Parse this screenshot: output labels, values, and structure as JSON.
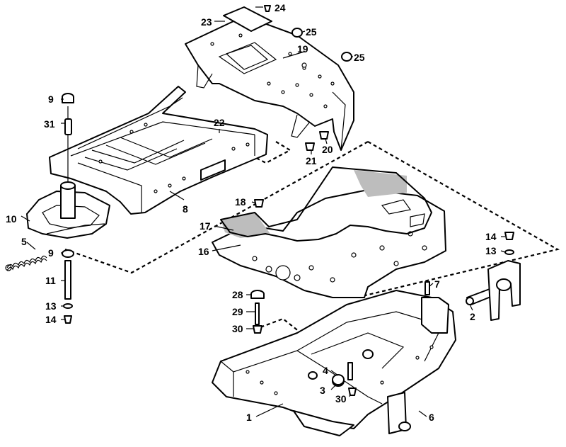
{
  "callouts": [
    {
      "id": "1",
      "text": "1"
    },
    {
      "id": "2",
      "text": "2"
    },
    {
      "id": "3",
      "text": "3"
    },
    {
      "id": "4",
      "text": "4"
    },
    {
      "id": "5",
      "text": "5"
    },
    {
      "id": "6",
      "text": "6"
    },
    {
      "id": "7",
      "text": "7"
    },
    {
      "id": "8",
      "text": "8"
    },
    {
      "id": "9a",
      "text": "9"
    },
    {
      "id": "9b",
      "text": "9"
    },
    {
      "id": "10",
      "text": "10"
    },
    {
      "id": "11",
      "text": "11"
    },
    {
      "id": "13a",
      "text": "13"
    },
    {
      "id": "13b",
      "text": "13"
    },
    {
      "id": "14a",
      "text": "14"
    },
    {
      "id": "14b",
      "text": "14"
    },
    {
      "id": "16",
      "text": "16"
    },
    {
      "id": "17",
      "text": "17"
    },
    {
      "id": "18",
      "text": "18"
    },
    {
      "id": "19",
      "text": "19"
    },
    {
      "id": "20",
      "text": "20"
    },
    {
      "id": "21",
      "text": "21"
    },
    {
      "id": "22",
      "text": "22"
    },
    {
      "id": "23",
      "text": "23"
    },
    {
      "id": "24",
      "text": "24"
    },
    {
      "id": "25a",
      "text": "25"
    },
    {
      "id": "25b",
      "text": "25"
    },
    {
      "id": "28",
      "text": "28"
    },
    {
      "id": "29",
      "text": "29"
    },
    {
      "id": "30a",
      "text": "30"
    },
    {
      "id": "30b",
      "text": "30"
    },
    {
      "id": "31",
      "text": "31"
    }
  ]
}
